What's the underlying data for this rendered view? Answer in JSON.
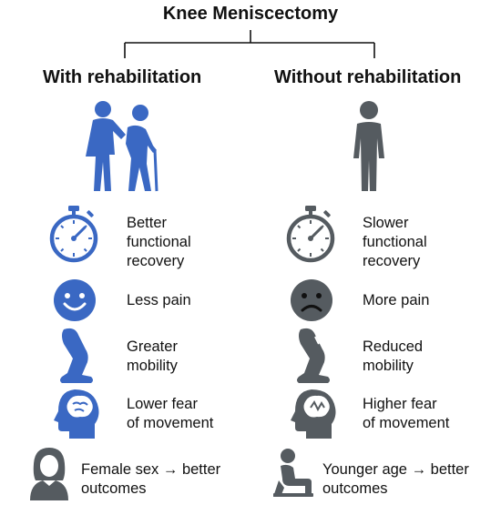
{
  "title": "Knee Meniscectomy",
  "colors": {
    "accent": "#3a68c3",
    "neutral": "#555b60",
    "line": "#111111"
  },
  "left": {
    "heading": "With rehabilitation",
    "items": [
      {
        "icon": "stopwatch-icon",
        "lines": [
          "Better",
          "functional",
          "recovery"
        ]
      },
      {
        "icon": "smiling-face-icon",
        "lines": [
          "Less pain"
        ]
      },
      {
        "icon": "leg-icon",
        "lines": [
          "Greater",
          "mobility"
        ]
      },
      {
        "icon": "head-brain-icon",
        "lines": [
          "Lower fear",
          "of movement"
        ]
      },
      {
        "icon": "woman-icon",
        "lines": [
          "Female sex → better",
          "outcomes"
        ]
      }
    ]
  },
  "right": {
    "heading": "Without rehabilitation",
    "items": [
      {
        "icon": "stopwatch-icon",
        "lines": [
          "Slower",
          "functional",
          "recovery"
        ]
      },
      {
        "icon": "sad-face-icon",
        "lines": [
          "More pain"
        ]
      },
      {
        "icon": "leg-icon",
        "lines": [
          "Reduced",
          "mobility"
        ]
      },
      {
        "icon": "head-brain-icon",
        "lines": [
          "Higher fear",
          "of movement"
        ]
      },
      {
        "icon": "seated-person-icon",
        "lines": [
          "Younger age → better",
          "outcomes"
        ]
      }
    ]
  }
}
